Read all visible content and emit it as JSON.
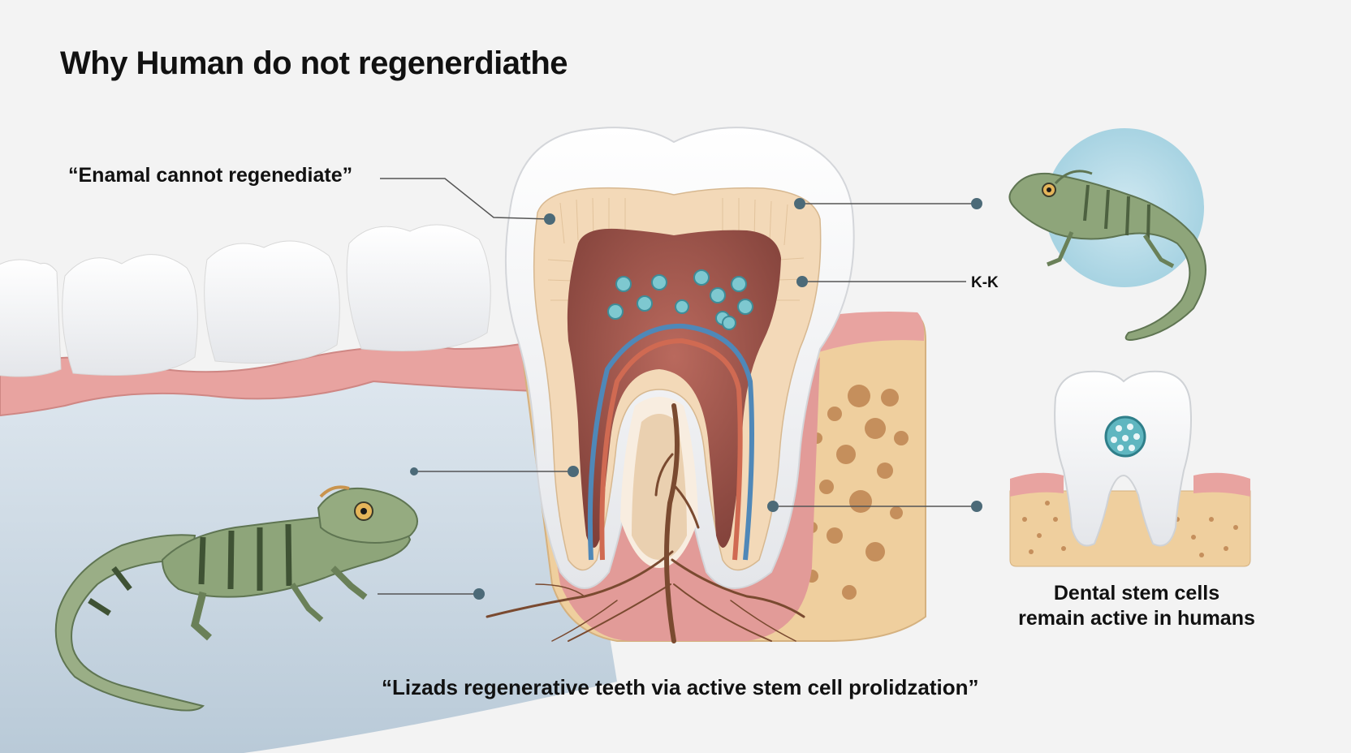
{
  "title": "Why Human do not regenerdiathe",
  "labels": {
    "enamel": "“Enamal cannot regenediate”",
    "kk": "K-K",
    "lizard": "“Lizads regenerative teeth via active stem cell prolidzation”"
  },
  "caption": {
    "line1": "Dental stem cells",
    "line2": "remain active in humans"
  },
  "colors": {
    "background": "#f3f3f3",
    "gum": "#e8a3a0",
    "enamel": "#fbfbfb",
    "dentin": "#f3d9b8",
    "pulp": "#9b5a50",
    "bone": "#efcf9e",
    "nerve": "#7a4a30",
    "lizard": "#8ea57a",
    "leader_line": "#555555",
    "stem_cell": "#5fb6c0"
  }
}
